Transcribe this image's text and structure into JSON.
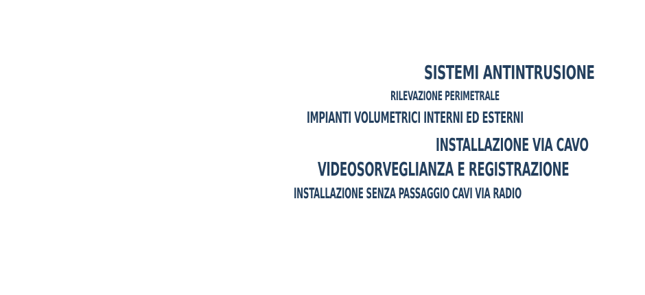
{
  "colors": {
    "text": "#24405e",
    "background": "#ffffff"
  },
  "lines": [
    "SISTEMI ANTINTRUSIONE",
    "RILEVAZIONE PERIMETRALE",
    "IMPIANTI VOLUMETRICI INTERNI ED ESTERNI",
    "INSTALLAZIONE VIA CAVO",
    "VIDEOSORVEGLIANZA E REGISTRAZIONE",
    "INSTALLAZIONE SENZA PASSAGGIO CAVI VIA RADIO"
  ]
}
